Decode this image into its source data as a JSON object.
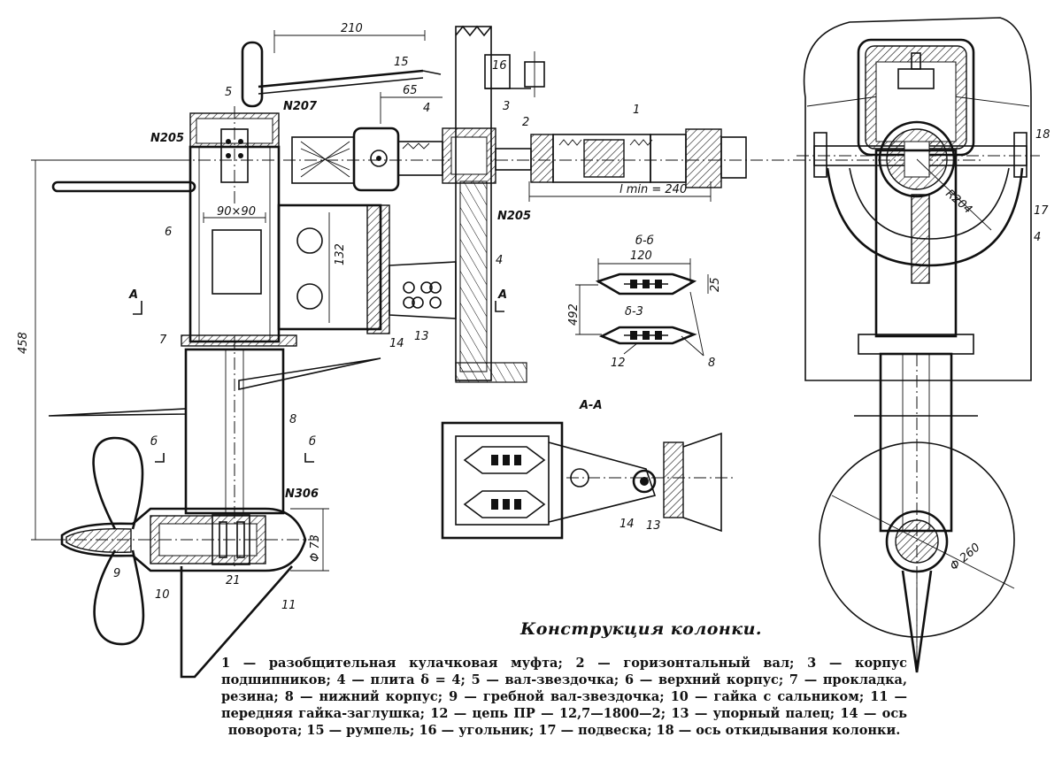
{
  "caption": "Конструкция колонки.",
  "legend": "1 — разобщительная кулачковая муфта; 2 — горизонтальный вал; 3 — корпус подшипников; 4 — плита δ = 4; 5 — вал-звездочка; 6 — верхний корпус; 7 — прокладка, резина; 8 — нижний корпус; 9 — гребной вал-звездочка; 10 — гайка с сальником; 11 — передняя гайка-заглушка; 12 — цепь ПР — 12,7—1800—2; 13 — упорный палец; 14 — ось поворота; 15 — румпель; 16 — угольник; 17 — подвеска; 18 — ось откидывания колонки.",
  "labels": {
    "dim_210": "210",
    "dim_65": "65",
    "dim_90x90": "90×90",
    "dim_132": "132",
    "dim_458": "458",
    "dim_lmin": "l min = 240",
    "dim_120": "120",
    "dim_25": "25",
    "dim_492": "492",
    "dim_d73": "Φ 73",
    "dim_d260": "Φ 260",
    "dim_21": "21",
    "dim_r204": "R204",
    "bearing_207": "N207",
    "bearing_205_left": "N205",
    "bearing_205_right": "N205",
    "bearing_306": "N306",
    "section_bb": "б-б",
    "section_delta3": "δ-3",
    "section_aa": "А-А",
    "mark_a_left": "А",
    "mark_a_right": "А",
    "mark_b_left": "б",
    "mark_b_right": "б",
    "n1": "1",
    "n2": "2",
    "n3": "3",
    "n4a": "4",
    "n4b": "4",
    "n4c": "4",
    "n5": "5",
    "n6": "6",
    "n7": "7",
    "n8a": "8",
    "n8b": "8",
    "n9": "9",
    "n10": "10",
    "n11": "11",
    "n12": "12",
    "n13a": "13",
    "n13b": "13",
    "n14a": "14",
    "n14b": "14",
    "n15": "15",
    "n16": "16",
    "n17": "17",
    "n18": "18"
  }
}
